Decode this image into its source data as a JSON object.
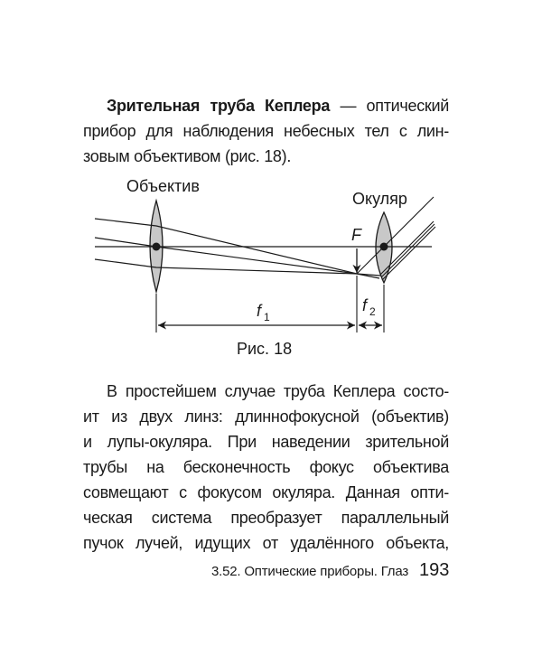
{
  "intro": {
    "term": "Зрительная труба Кеплера",
    "lines": [
      " — оптический",
      "прибор для наблюдения небесных тел с лин-",
      "зовым объективом (рис. 18)."
    ]
  },
  "figure": {
    "objective_label": "Объектив",
    "eyepiece_label": "Окуляр",
    "focus_label": "F",
    "f1_label": "f",
    "f1_sub": "1",
    "f2_label": "f",
    "f2_sub": "2",
    "caption": "Рис. 18",
    "lens_fill": "#c8c8c8"
  },
  "body": {
    "lines": [
      "В простейшем случае труба Кеплера состо-",
      "ит из двух линз: длиннофокусной (объектив)",
      "и лупы-окуляра. При наведении зрительной",
      "трубы на бесконечность фокус объектива",
      "совмещают с фокусом окуляра. Данная опти-",
      "ческая система преобразует параллельный",
      "пучок лучей, идущих от удалённого объекта,"
    ]
  },
  "footer": {
    "section": "3.52. Оптические приборы. Глаз",
    "page_number": "193"
  }
}
